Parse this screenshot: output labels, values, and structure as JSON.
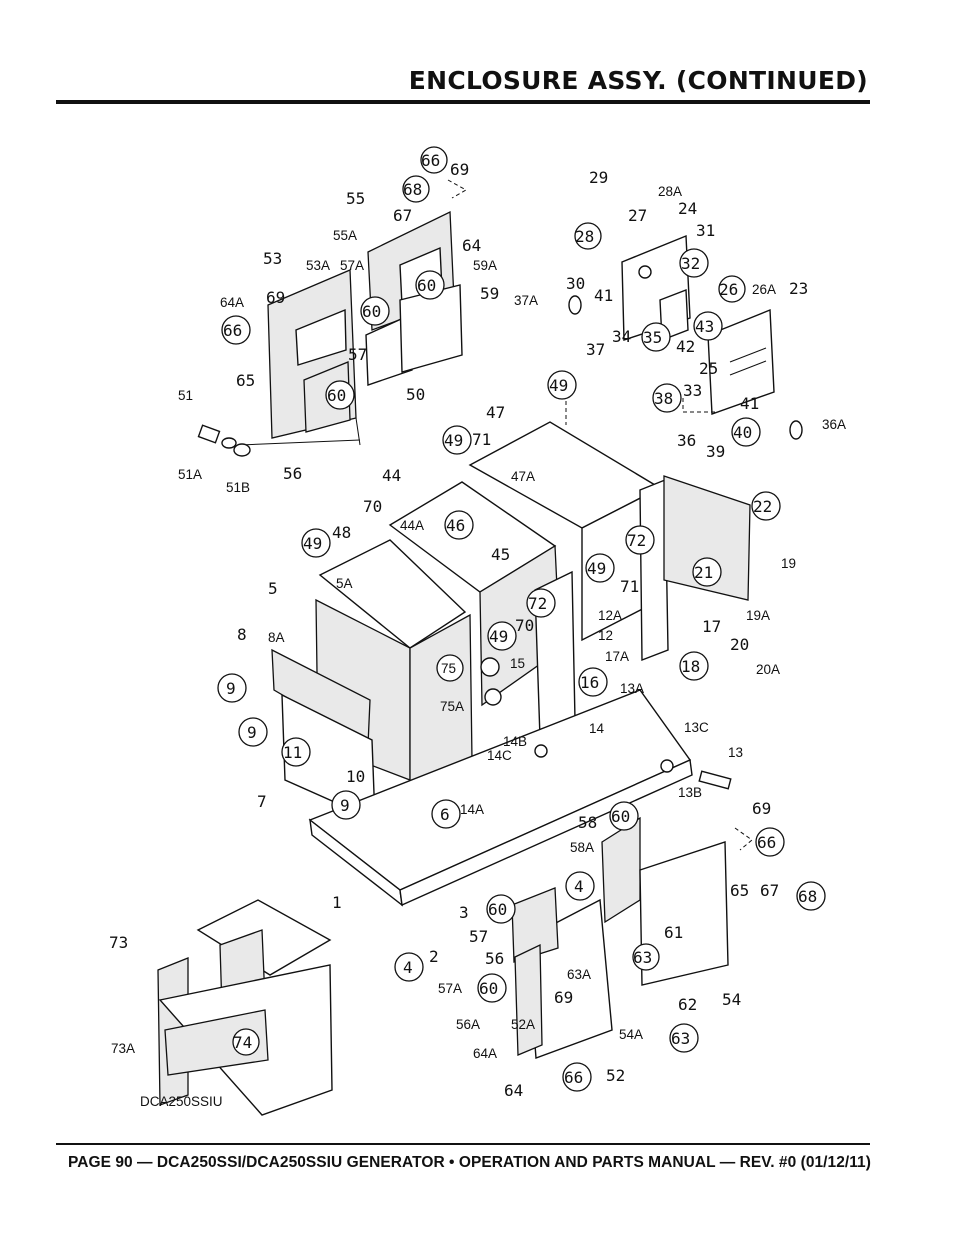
{
  "header": {
    "title": "ENCLOSURE ASSY. (CONTINUED)"
  },
  "footer": {
    "text": "PAGE 90 — DCA250SSI/DCA250SSIU GENERATOR • OPERATION AND PARTS MANUAL — REV. #0 (01/12/11)"
  },
  "diagram": {
    "labels": {
      "l66a": "66",
      "l69a": "69",
      "l68a": "68",
      "l67a": "67",
      "l55": "55",
      "l64a": "64",
      "l55A": "55A",
      "l53": "53",
      "l53A": "53A",
      "l57A": "57A",
      "l59A": "59A",
      "l60a": "60",
      "l59": "59",
      "l60b": "60",
      "l64Aa": "64A",
      "l69b": "69",
      "l66b": "66",
      "l57": "57",
      "l65": "65",
      "l50": "50",
      "l60c": "60",
      "l51": "51",
      "l51A": "51A",
      "l51B": "51B",
      "l56": "56",
      "l29": "29",
      "l28A": "28A",
      "l27": "27",
      "l24": "24",
      "l28": "28",
      "l31": "31",
      "l32": "32",
      "l30": "30",
      "l41a": "41",
      "l37A": "37A",
      "l26": "26",
      "l26A": "26A",
      "l23": "23",
      "l37": "37",
      "l34": "34",
      "l35": "35",
      "l43": "43",
      "l42": "42",
      "l25": "25",
      "l38": "38",
      "l33": "33",
      "l41b": "41",
      "l36": "36",
      "l39": "39",
      "l40": "40",
      "l36A": "36A",
      "l49a": "49",
      "l47": "47",
      "l49b": "49",
      "l71a": "71",
      "l47A": "47A",
      "l44": "44",
      "l70a": "70",
      "l44A": "44A",
      "l46": "46",
      "l45": "45",
      "l49c": "49",
      "l48": "48",
      "l22": "22",
      "l72a": "72",
      "l49d": "49",
      "l71b": "71",
      "l21": "21",
      "l19": "19",
      "l5": "5",
      "l5A": "5A",
      "l72b": "72",
      "l12A": "12A",
      "l70b": "70",
      "l49e": "49",
      "l12": "12",
      "l19A": "19A",
      "l17": "17",
      "l20": "20",
      "l8": "8",
      "l8A": "8A",
      "l75": "75",
      "l15": "15",
      "l17A": "17A",
      "l18": "18",
      "l20A": "20A",
      "l9a": "9",
      "l16": "16",
      "l13A": "13A",
      "l75A": "75A",
      "l14": "14",
      "l13C": "13C",
      "l9b": "9",
      "l14B": "14B",
      "l13": "13",
      "l11": "11",
      "l14C": "14C",
      "l10": "10",
      "l7": "7",
      "l13B": "13B",
      "l9c": "9",
      "l6": "6",
      "l14A": "14A",
      "l69c": "69",
      "l60d": "60",
      "l58": "58",
      "l66c": "66",
      "l58A": "58A",
      "l1": "1",
      "l4a": "4",
      "l65b": "65",
      "l67b": "67",
      "l68b": "68",
      "l3": "3",
      "l60e": "60",
      "l61": "61",
      "l73": "73",
      "l57b": "57",
      "l4b": "4",
      "l2": "2",
      "l56b": "56",
      "l63a": "63",
      "l63A": "63A",
      "l57Ab": "57A",
      "l60f": "60",
      "l69d": "69",
      "l62": "62",
      "l54": "54",
      "l56A": "56A",
      "l52A": "52A",
      "l54A": "54A",
      "l63b": "63",
      "l74": "74",
      "l73A": "73A",
      "l64Ab": "64A",
      "l66d": "66",
      "l52": "52",
      "l64b": "64",
      "lDCA": "DCA250SSIU"
    }
  }
}
